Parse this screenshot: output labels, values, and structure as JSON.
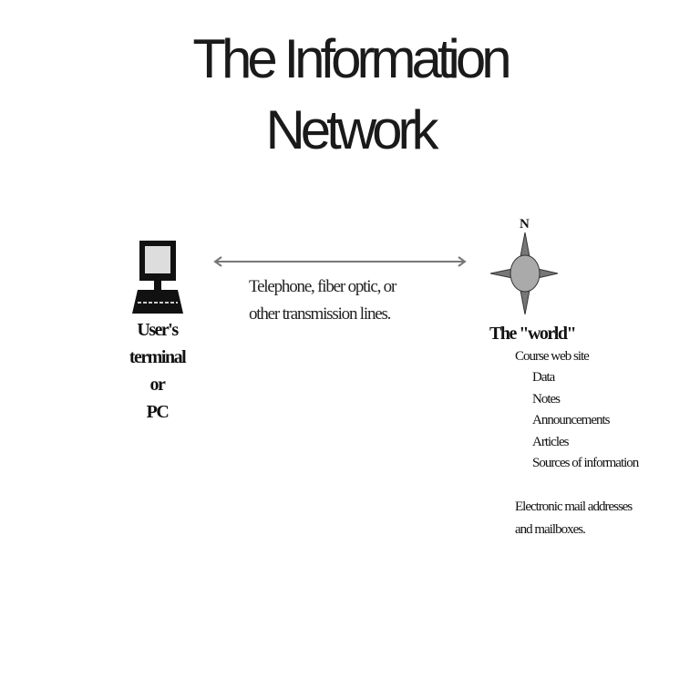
{
  "title": {
    "line1": "The Information",
    "line2": "Network"
  },
  "terminal": {
    "label_lines": [
      "User's",
      "terminal",
      "or",
      "PC"
    ]
  },
  "connection": {
    "line1": "Telephone, fiber optic, or",
    "line2": "other transmission lines."
  },
  "compass": {
    "north": "N"
  },
  "world": {
    "heading": "The \"world\"",
    "course_site": "Course web site",
    "items": [
      "Data",
      "Notes",
      "Announcements",
      "Articles",
      "Sources of information"
    ],
    "email_line1": "Electronic mail addresses",
    "email_line2": "and mailboxes."
  }
}
